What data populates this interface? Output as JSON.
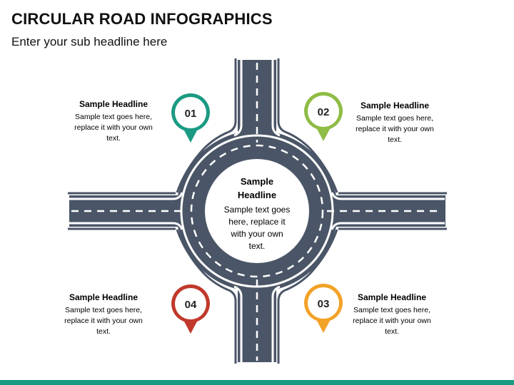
{
  "title": "CIRCULAR ROAD INFOGRAPHICS",
  "subtitle": "Enter your sub headline here",
  "center": {
    "headline": "Sample\nHeadline",
    "text": "Sample text goes\nhere, replace it\nwith your own\ntext."
  },
  "markers": [
    {
      "number": "01",
      "color": "#1a9a82",
      "headline": "Sample Headline",
      "text": "Sample text goes here,\nreplace it with your own\ntext."
    },
    {
      "number": "02",
      "color": "#8fbc45",
      "headline": "Sample Headline",
      "text": "Sample text goes here,\nreplace it with your own\ntext."
    },
    {
      "number": "03",
      "color": "#f2a227",
      "headline": "Sample Headline",
      "text": "Sample text goes here,\nreplace it with your own\ntext."
    },
    {
      "number": "04",
      "color": "#c0392b",
      "headline": "Sample Headline",
      "text": "Sample text goes here,\nreplace it with your own\ntext."
    }
  ],
  "colors": {
    "road": "#4a5567",
    "road_edge": "#ffffff",
    "lane_marking": "#ffffff",
    "footer": "#1a9a82"
  },
  "icons": {
    "pin": "map-pin-icon"
  }
}
